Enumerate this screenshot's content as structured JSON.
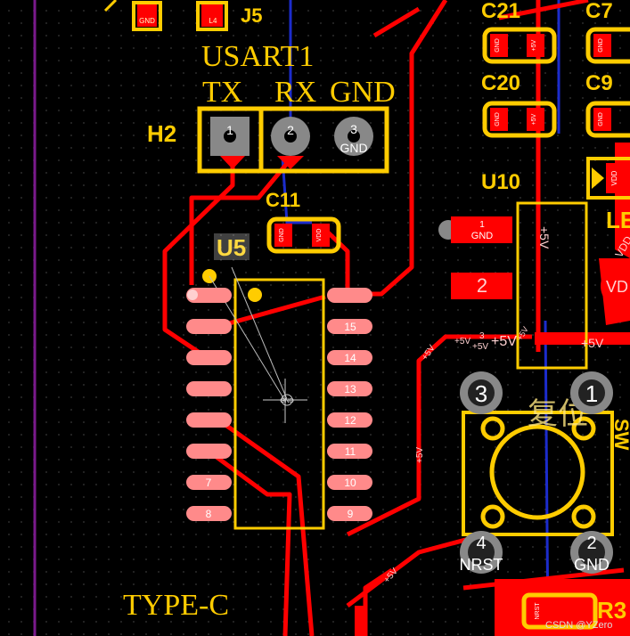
{
  "view": {
    "app": "PCB Editor",
    "canvas": "board-view"
  },
  "silkscreen": {
    "usart_label": "USART1",
    "tx_label": "TX",
    "rx_label": "RX",
    "gnd_label": "GND",
    "typec_label": "TYPE-C",
    "reset_label": "复位",
    "watermark": "CSDN @YZero"
  },
  "designators": {
    "h2": "H2",
    "u5": "U5",
    "u10": "U10",
    "c11": "C11",
    "c20": "C20",
    "c21": "C21",
    "c7": "C7",
    "c9": "C9",
    "r3": "R3",
    "sw": "SW",
    "led": "LE",
    "j5": "J5"
  },
  "header_h2": {
    "pins": [
      {
        "num": "1",
        "net": ""
      },
      {
        "num": "2",
        "net": ""
      },
      {
        "num": "3",
        "net": "GND"
      }
    ]
  },
  "u5": {
    "left_pins": [
      "",
      "",
      "",
      "",
      "",
      "",
      "7",
      "8"
    ],
    "right_pins": [
      "",
      "15",
      "14",
      "13",
      "12",
      "11",
      "10",
      "9"
    ],
    "center_net": "GND"
  },
  "c11": {
    "pad1": "GND",
    "pad2": "VDD"
  },
  "caps_top": {
    "c21": [
      "GND",
      "+5V"
    ],
    "c20": [
      "GND",
      "+5V"
    ],
    "c7": [
      "GND"
    ],
    "c9": [
      "GND"
    ]
  },
  "u10": {
    "pad1_num": "1",
    "pad1_net": "GND",
    "pad2_num": "2",
    "net_plus5v": "+5V"
  },
  "power_nets": {
    "p5v": "+5V",
    "vdd": "VDD",
    "vd": "VD",
    "p5v_3": "3",
    "gnd": "GND"
  },
  "switch": {
    "pins": [
      {
        "num": "3",
        "net": ""
      },
      {
        "num": "1",
        "net": ""
      },
      {
        "num": "4",
        "net": "NRST"
      },
      {
        "num": "2",
        "net": "GND"
      }
    ]
  },
  "small_pads": {
    "top_left_gnd": "GND",
    "top_l4": "L4",
    "vdd_small": "VDD",
    "r3_net": "NRST"
  },
  "colors": {
    "background": "#000000",
    "top_copper": "#ff0000",
    "bottom_copper": "#1c2ccc",
    "silkscreen": "#ffcc00",
    "pad": "#ff8a8a",
    "board_outline": "#7a1a8c",
    "pad_gray": "#888888"
  }
}
